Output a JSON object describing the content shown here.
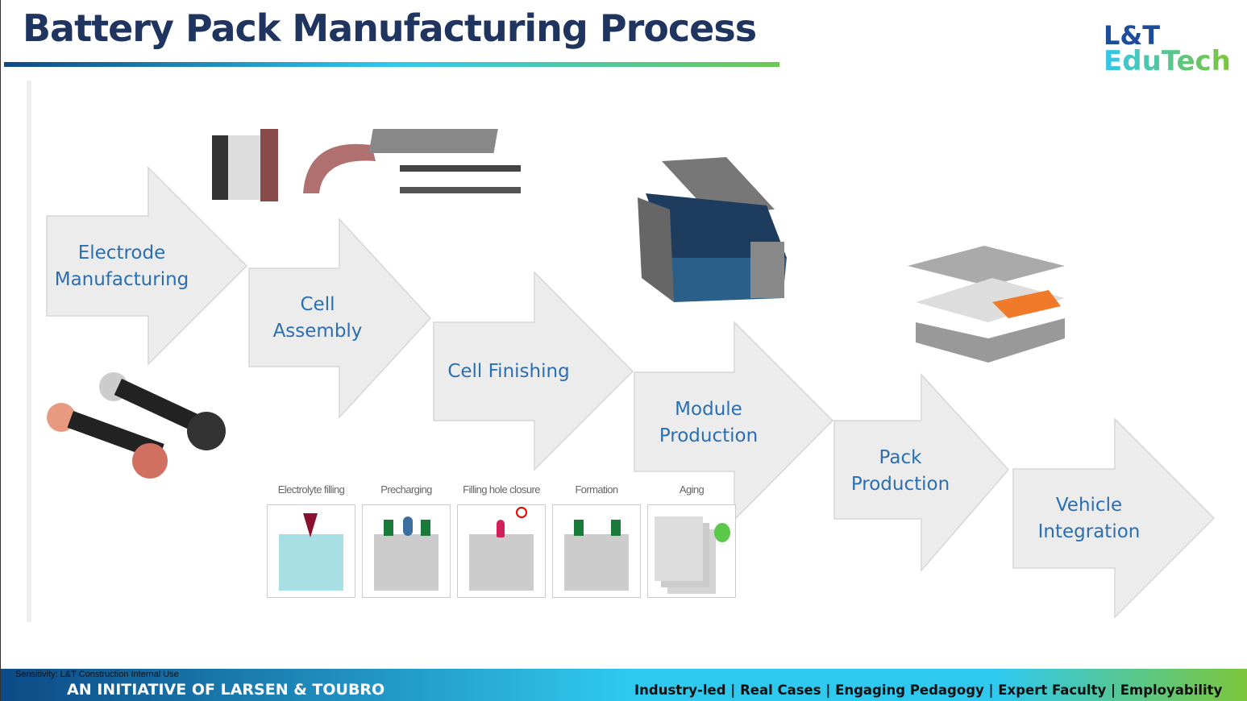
{
  "slide": {
    "title": "Battery Pack Manufacturing Process"
  },
  "logo": {
    "line1": "L&T",
    "line2": "EduTech"
  },
  "steps": [
    {
      "label1": "Electrode",
      "label2": "Manufacturing"
    },
    {
      "label1": "Cell",
      "label2": "Assembly"
    },
    {
      "label1": "Cell Finishing",
      "label2": ""
    },
    {
      "label1": "Module",
      "label2": "Production"
    },
    {
      "label1": "Pack",
      "label2": "Production"
    },
    {
      "label1": "Vehicle",
      "label2": "Integration"
    }
  ],
  "cell_finishing_substeps": [
    "Electrolyte filling",
    "Precharging",
    "Filling hole closure",
    "Formation",
    "Aging"
  ],
  "footer": {
    "initiative": "AN INITIATIVE OF LARSEN & TOUBRO",
    "sensitivity": "Sensitivity: L&T Construction Internal Use",
    "tagline": "Industry-led | Real Cases | Engaging Pedagogy | Expert Faculty | Employability"
  },
  "colors": {
    "title": "#1f3560",
    "step_label": "#2b6fb0",
    "arrow_fill": "#ececec",
    "accent_start": "#0d4a86",
    "accent_mid": "#2fc8ee",
    "accent_end": "#7cc63a"
  }
}
